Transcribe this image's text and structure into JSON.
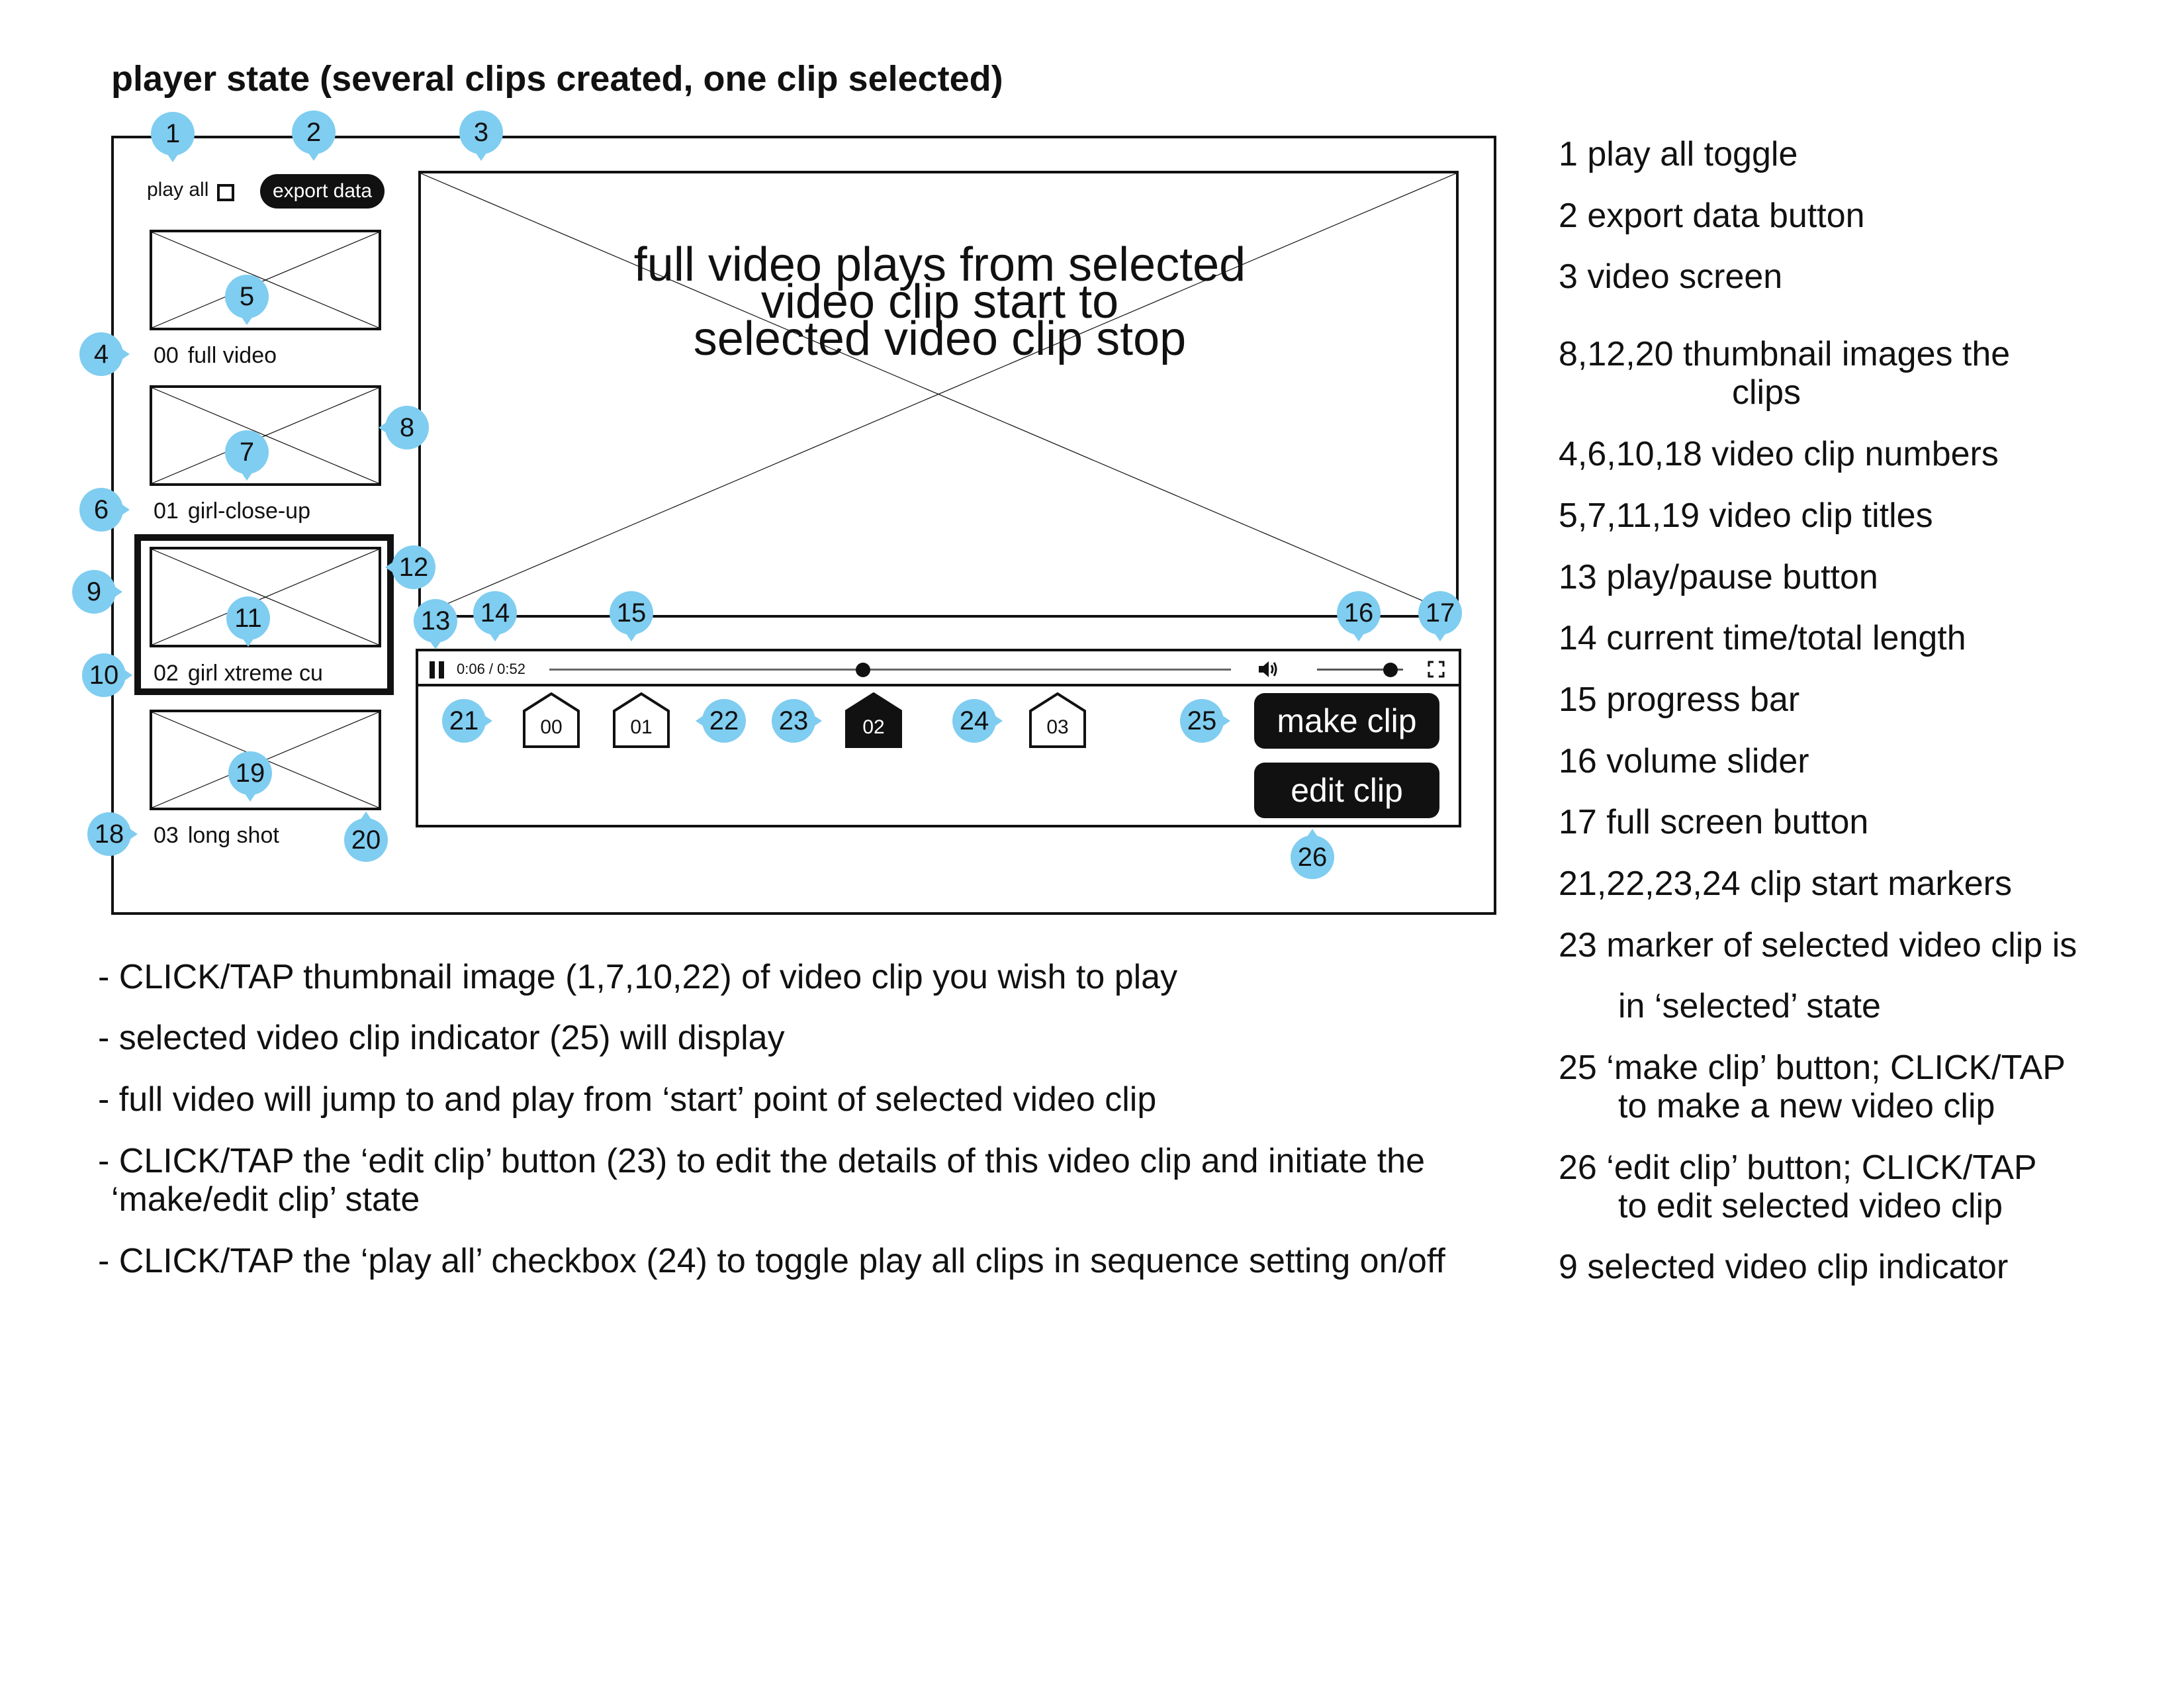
{
  "page": {
    "title": "player state (several clips created, one clip selected)"
  },
  "toolbar": {
    "play_all_label": "play all",
    "export_label": "export data"
  },
  "clips": [
    {
      "number": "00",
      "title": "full video"
    },
    {
      "number": "01",
      "title": "girl-close-up"
    },
    {
      "number": "02",
      "title": "girl xtreme cu"
    },
    {
      "number": "03",
      "title": "long shot"
    }
  ],
  "video": {
    "caption_lines": [
      "full video plays from selected",
      "video clip start to",
      "selected video clip stop"
    ]
  },
  "controls": {
    "time": "0:06 / 0:52",
    "progress_fraction": 0.46,
    "volume_fraction": 0.85
  },
  "markers": [
    {
      "label": "00",
      "selected": false
    },
    {
      "label": "01",
      "selected": false
    },
    {
      "label": "02",
      "selected": true
    },
    {
      "label": "03",
      "selected": false
    }
  ],
  "buttons": {
    "make_clip": "make clip",
    "edit_clip": "edit clip"
  },
  "callouts": [
    "1",
    "2",
    "3",
    "4",
    "5",
    "6",
    "7",
    "8",
    "9",
    "10",
    "11",
    "12",
    "13",
    "14",
    "15",
    "16",
    "17",
    "18",
    "19",
    "20",
    "21",
    "22",
    "23",
    "24",
    "25",
    "26"
  ],
  "callout_color": "#7fcdf0",
  "legend": [
    "1  play all toggle",
    "2  export data button",
    "3  video screen",
    "8,12,20  thumbnail images the",
    "clips",
    "4,6,10,18   video clip numbers",
    "5,7,11,19   video clip titles",
    "13   play/pause button",
    "14   current time/total length",
    "15  progress bar",
    "16  volume slider",
    "17  full screen button",
    "21,22,23,24  clip start markers",
    "23  marker of selected video clip is",
    "in ‘selected’ state",
    "25  ‘make clip’ button; CLICK/TAP",
    "to make a new video clip",
    "26  ‘edit clip’ button; CLICK/TAP",
    "to edit selected video clip",
    "9 selected video clip indicator"
  ],
  "notes": [
    "- CLICK/TAP thumbnail image (1,7,10,22) of video clip you wish to play",
    "- selected video clip indicator (25) will display",
    "- full video will jump to and play from ‘start’ point of selected video clip",
    "- CLICK/TAP the ‘edit clip’ button (23) to edit the details of this video clip and initiate the",
    "‘make/edit clip’ state",
    "- CLICK/TAP the ‘play all’ checkbox (24) to toggle play all clips in sequence setting on/off"
  ]
}
